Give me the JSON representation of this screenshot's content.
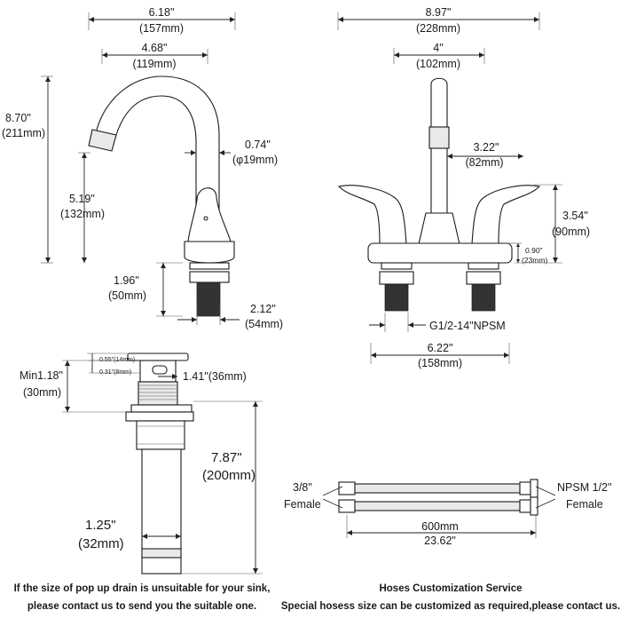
{
  "side_view": {
    "overall_width": {
      "in": "6.18\"",
      "mm": "(157mm)"
    },
    "reach": {
      "in": "4.68\"",
      "mm": "(119mm)"
    },
    "total_height": {
      "in": "8.70\"",
      "mm": "(211mm)"
    },
    "spout_height": {
      "in": "5.19\"",
      "mm": "(132mm)"
    },
    "spout_diameter": {
      "in": "0.74\"",
      "mm": "(φ19mm)"
    },
    "shank_length": {
      "in": "1.96\"",
      "mm": "(50mm)"
    },
    "base_width": {
      "in": "2.12\"",
      "mm": "(54mm)"
    }
  },
  "front_view": {
    "overall_width": {
      "in": "8.97\"",
      "mm": "(228mm)"
    },
    "center_spread": {
      "in": "4\"",
      "mm": "(102mm)"
    },
    "spout_offset": {
      "in": "3.22\"",
      "mm": "(82mm)"
    },
    "handle_height": {
      "in": "3.54\"",
      "mm": "(90mm)"
    },
    "deck_height": {
      "in": "0.90\"",
      "mm": "(23mm)"
    },
    "thread": "G1/2-14\"NPSM",
    "base_width": {
      "in": "6.22\"",
      "mm": "(158mm)"
    }
  },
  "drain": {
    "top_dim_1": "0.55\"(14mm)",
    "top_dim_2": "0.31\"(8mm)",
    "min_thickness": {
      "in": "Min1.18\"",
      "mm": "(30mm)"
    },
    "cap_diameter": "1.41\"(36mm)",
    "length": {
      "in": "7.87\"",
      "mm": "(200mm)"
    },
    "tail_diameter": {
      "in": "1.25\"",
      "mm": "(32mm)"
    },
    "caption_line1": "If the size of pop up drain is unsuitable for your sink,",
    "caption_line2": "please contact us to send you the suitable one."
  },
  "hoses": {
    "left_label": "3/8\"",
    "left_sub": "Female",
    "right_label": "NPSM 1/2\"",
    "right_sub": "Female",
    "length": {
      "mm": "600mm",
      "in": "23.62\""
    },
    "caption_title": "Hoses Customization Service",
    "caption_line": "Special hosess size can be customized as required,please contact us."
  }
}
